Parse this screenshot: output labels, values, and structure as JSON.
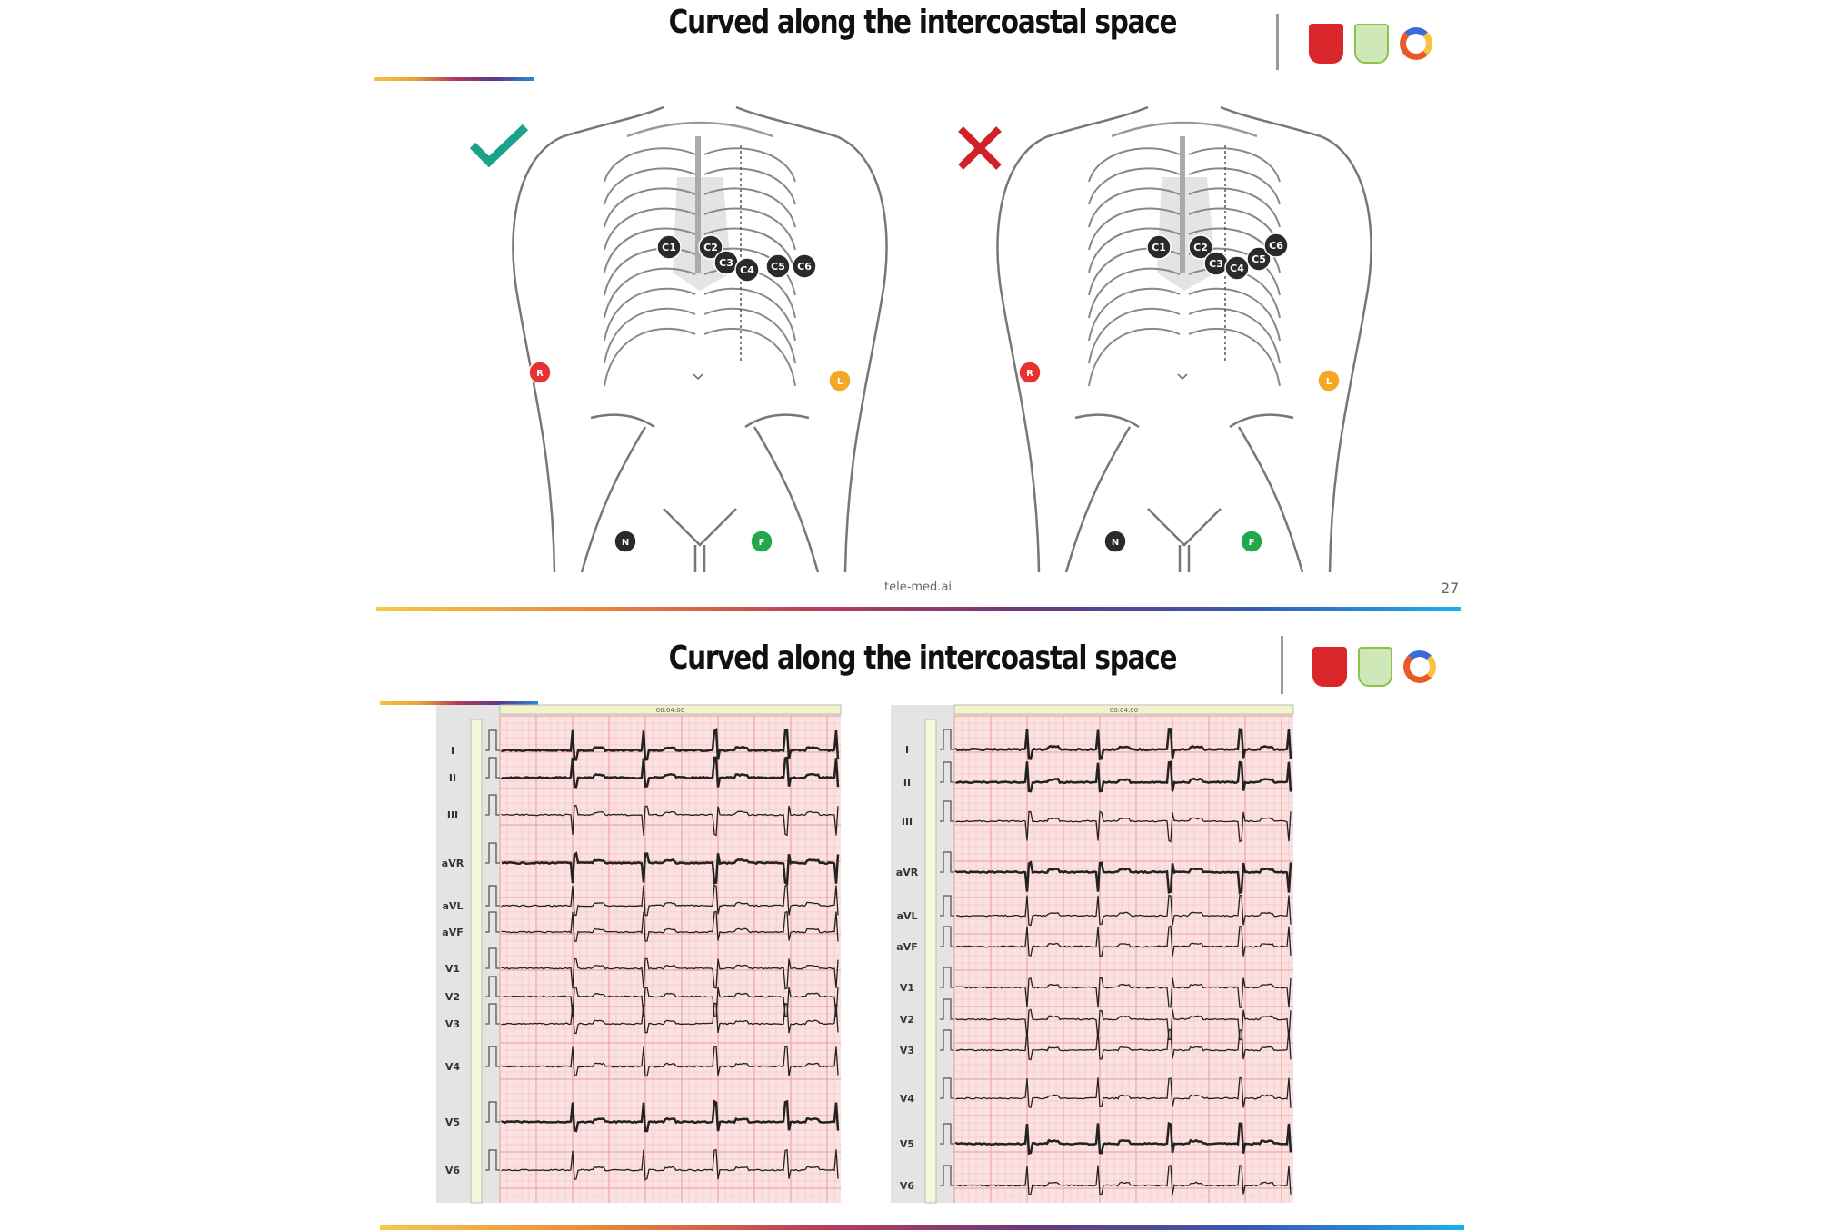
{
  "slides": [
    {
      "title": "Curved along the intercoastal space",
      "footer_site": "tele-med.ai",
      "page_number": "27",
      "figures": [
        {
          "verdict": "correct",
          "icon": "check-icon",
          "color": "#1aa38a"
        },
        {
          "verdict": "incorrect",
          "icon": "cross-icon",
          "color": "#d0202a"
        }
      ],
      "electrodes": [
        "C1",
        "C2",
        "C3",
        "C4",
        "C5",
        "C6",
        "R",
        "L",
        "N",
        "F"
      ]
    },
    {
      "title": "Curved along the intercoastal space",
      "ecg_timestamp": "00:04:00"
    }
  ],
  "leads": [
    "I",
    "II",
    "III",
    "aVR",
    "aVL",
    "aVF",
    "V1",
    "V2",
    "V3",
    "V4",
    "V5",
    "V6"
  ],
  "colors": {
    "R": "#e8322f",
    "L": "#f5a623",
    "N": "#2a2a2a",
    "F": "#22a84a",
    "C": "#2a2a2a"
  },
  "logos": [
    "moscow-coat-of-arms-icon",
    "district-emblem-icon",
    "ring-logo-icon"
  ]
}
